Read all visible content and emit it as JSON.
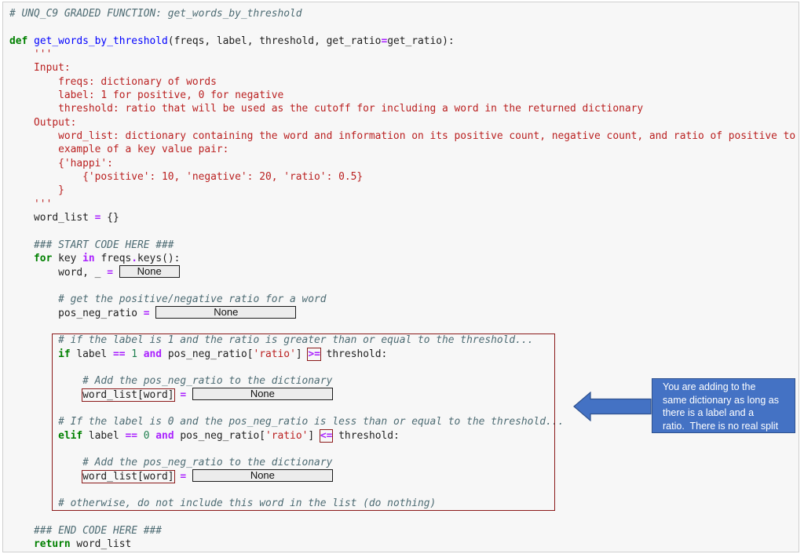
{
  "lines": [
    {
      "parts": [
        {
          "t": "# UNQ_C9 GRADED FUNCTION: get_words_by_threshold",
          "c": "cm"
        }
      ]
    },
    {
      "parts": []
    },
    {
      "parts": [
        {
          "t": "def",
          "c": "kw"
        },
        {
          "t": " "
        },
        {
          "t": "get_words_by_threshold",
          "c": "fn"
        },
        {
          "t": "(freqs, label, threshold, get_ratio"
        },
        {
          "t": "=",
          "c": "op"
        },
        {
          "t": "get_ratio):"
        }
      ]
    },
    {
      "parts": [
        {
          "t": "    "
        },
        {
          "t": "'''",
          "c": "st"
        }
      ]
    },
    {
      "parts": [
        {
          "t": "    Input:",
          "c": "st"
        }
      ]
    },
    {
      "parts": [
        {
          "t": "        freqs: dictionary of words",
          "c": "st"
        }
      ]
    },
    {
      "parts": [
        {
          "t": "        label: 1 for positive, 0 for negative",
          "c": "st"
        }
      ]
    },
    {
      "parts": [
        {
          "t": "        threshold: ratio that will be used as the cutoff for including a word in the returned dictionary",
          "c": "st"
        }
      ]
    },
    {
      "parts": [
        {
          "t": "    Output:",
          "c": "st"
        }
      ]
    },
    {
      "parts": [
        {
          "t": "        word_list: dictionary containing the word and information on its positive count, negative count, and ratio of positive to",
          "c": "st"
        }
      ]
    },
    {
      "parts": [
        {
          "t": "        example of a key value pair:",
          "c": "st"
        }
      ]
    },
    {
      "parts": [
        {
          "t": "        {'happi':",
          "c": "st"
        }
      ]
    },
    {
      "parts": [
        {
          "t": "            {'positive': 10, 'negative': 20, 'ratio': 0.5}",
          "c": "st"
        }
      ]
    },
    {
      "parts": [
        {
          "t": "        }",
          "c": "st"
        }
      ]
    },
    {
      "parts": [
        {
          "t": "    "
        },
        {
          "t": "'''",
          "c": "st"
        }
      ]
    },
    {
      "parts": [
        {
          "t": "    word_list "
        },
        {
          "t": "=",
          "c": "op"
        },
        {
          "t": " {}"
        }
      ]
    },
    {
      "parts": []
    },
    {
      "parts": [
        {
          "t": "    "
        },
        {
          "t": "### START CODE HERE ###",
          "c": "cm"
        }
      ]
    },
    {
      "parts": [
        {
          "t": "    "
        },
        {
          "t": "for",
          "c": "kw"
        },
        {
          "t": " key "
        },
        {
          "t": "in",
          "c": "op"
        },
        {
          "t": " freqs"
        },
        {
          "t": ".",
          "c": "op"
        },
        {
          "t": "keys():"
        }
      ]
    },
    {
      "parts": [
        {
          "t": "        word, _ "
        },
        {
          "t": "=",
          "c": "op"
        },
        {
          "t": " "
        },
        {
          "blank": "None",
          "w": 75,
          "name": "word-unpack-blank"
        }
      ]
    },
    {
      "parts": []
    },
    {
      "parts": [
        {
          "t": "        "
        },
        {
          "t": "# get the positive/negative ratio for a word",
          "c": "cm"
        }
      ]
    },
    {
      "parts": [
        {
          "t": "        pos_neg_ratio "
        },
        {
          "t": "=",
          "c": "op"
        },
        {
          "t": " "
        },
        {
          "blank": "None",
          "w": 177,
          "name": "pos-neg-ratio-blank"
        }
      ]
    },
    {
      "parts": []
    },
    {
      "parts": [
        {
          "t": "        "
        },
        {
          "t": "# if the label is 1 and the ratio is greater than or equal to the threshold...",
          "c": "cm"
        }
      ]
    },
    {
      "parts": [
        {
          "t": "        "
        },
        {
          "t": "if",
          "c": "kw"
        },
        {
          "t": " label "
        },
        {
          "t": "==",
          "c": "op"
        },
        {
          "t": " "
        },
        {
          "t": "1",
          "c": "nm"
        },
        {
          "t": " "
        },
        {
          "t": "and",
          "c": "op"
        },
        {
          "t": " pos_neg_ratio["
        },
        {
          "t": "'ratio'",
          "c": "st"
        },
        {
          "t": "] "
        },
        {
          "t": ">=",
          "c": "op",
          "box": true
        },
        {
          "t": " threshold:"
        }
      ]
    },
    {
      "parts": []
    },
    {
      "parts": [
        {
          "t": "            "
        },
        {
          "t": "# Add the pos_neg_ratio to the dictionary",
          "c": "cm"
        }
      ]
    },
    {
      "parts": [
        {
          "t": "            "
        },
        {
          "t": "word_list[word]",
          "box": true
        },
        {
          "t": " "
        },
        {
          "t": "=",
          "c": "op"
        },
        {
          "t": " "
        },
        {
          "blank": "None",
          "w": 177,
          "name": "positive-assign-blank"
        }
      ]
    },
    {
      "parts": []
    },
    {
      "parts": [
        {
          "t": "        "
        },
        {
          "t": "# If the label is 0 and the pos_neg_ratio is less than or equal to the threshold...",
          "c": "cm"
        }
      ]
    },
    {
      "parts": [
        {
          "t": "        "
        },
        {
          "t": "elif",
          "c": "kw"
        },
        {
          "t": " label "
        },
        {
          "t": "==",
          "c": "op"
        },
        {
          "t": " "
        },
        {
          "t": "0",
          "c": "nm"
        },
        {
          "t": " "
        },
        {
          "t": "and",
          "c": "op"
        },
        {
          "t": " pos_neg_ratio["
        },
        {
          "t": "'ratio'",
          "c": "st"
        },
        {
          "t": "] "
        },
        {
          "t": "<=",
          "c": "op",
          "box": true
        },
        {
          "t": " threshold:"
        }
      ]
    },
    {
      "parts": []
    },
    {
      "parts": [
        {
          "t": "            "
        },
        {
          "t": "# Add the pos_neg_ratio to the dictionary",
          "c": "cm"
        }
      ]
    },
    {
      "parts": [
        {
          "t": "            "
        },
        {
          "t": "word_list[word]",
          "box": true
        },
        {
          "t": " "
        },
        {
          "t": "=",
          "c": "op"
        },
        {
          "t": " "
        },
        {
          "blank": "None",
          "w": 177,
          "name": "negative-assign-blank"
        }
      ]
    },
    {
      "parts": []
    },
    {
      "parts": [
        {
          "t": "        "
        },
        {
          "t": "# otherwise, do not include this word in the list (do nothing)",
          "c": "cm"
        }
      ]
    },
    {
      "parts": []
    },
    {
      "parts": [
        {
          "t": "    "
        },
        {
          "t": "### END CODE HERE ###",
          "c": "cm"
        }
      ]
    },
    {
      "parts": [
        {
          "t": "    "
        },
        {
          "t": "return",
          "c": "kw"
        },
        {
          "t": " word_list"
        }
      ]
    }
  ],
  "note": {
    "text": "You are adding to the\nsame dictionary as long as\nthere is a label and a\nratio.  There is no real split"
  },
  "colors": {
    "note_fill": "#4472c4",
    "highlight_border": "#8b1a1a",
    "comment": "#4d6b73",
    "keyword": "#008000",
    "string": "#ba2121"
  }
}
